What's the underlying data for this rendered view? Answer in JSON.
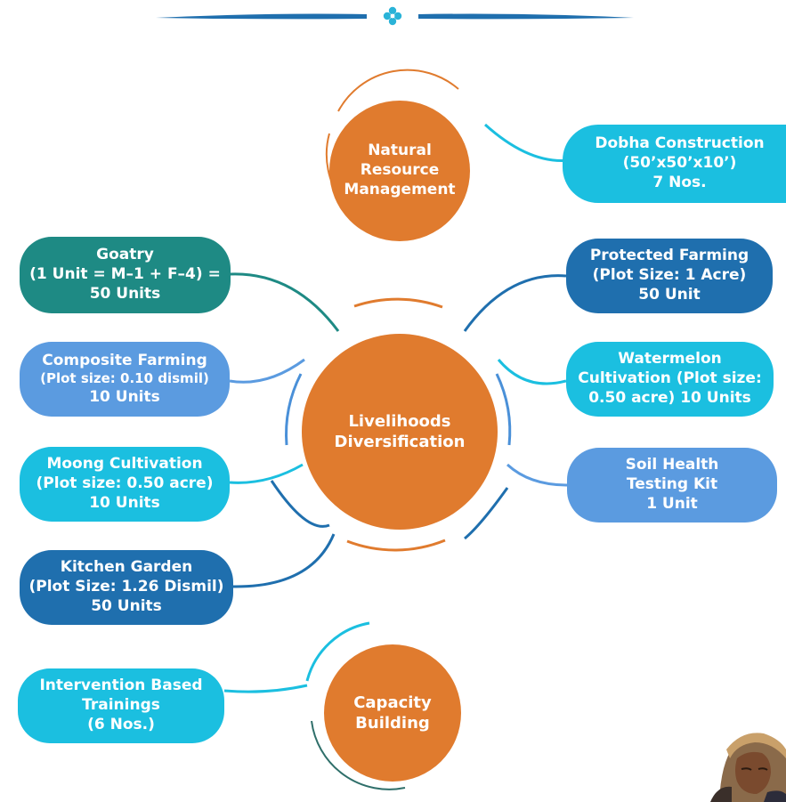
{
  "colors": {
    "orange": "#e07b2e",
    "teal": "#1e8a84",
    "light_blue": "#5b9be0",
    "cyan": "#1bbfe0",
    "navy": "#1f6fae",
    "divider": "#1f6fae"
  },
  "divider": {
    "ornament_icon": "four-petal-ornament-icon"
  },
  "hubs": {
    "natural_resource": {
      "lines": [
        "Natural",
        "Resource",
        "Management"
      ]
    },
    "livelihoods": {
      "lines": [
        "Livelihoods",
        "Diversification"
      ]
    },
    "capacity": {
      "lines": [
        "Capacity",
        "Building"
      ]
    }
  },
  "boxes": {
    "dobha": {
      "lines": [
        "Dobha Construction",
        "(50’x50’x10’)",
        "7 Nos."
      ]
    },
    "goatry": {
      "lines": [
        "Goatry",
        "(1 Unit = M–1 + F–4) =",
        "50 Units"
      ]
    },
    "protected": {
      "lines": [
        "Protected Farming",
        "(Plot Size: 1 Acre)",
        "50 Unit"
      ]
    },
    "composite": {
      "lines": [
        "Composite Farming",
        "(Plot size: 0.10 dismil)",
        "10 Units"
      ]
    },
    "watermelon": {
      "lines": [
        "Watermelon",
        "Cultivation (Plot size:",
        "0.50 acre) 10 Units"
      ]
    },
    "moong": {
      "lines": [
        "Moong Cultivation",
        "(Plot size: 0.50 acre)",
        "10 Units"
      ]
    },
    "soil": {
      "lines": [
        "Soil Health",
        "Testing Kit",
        "1 Unit"
      ]
    },
    "kitchen": {
      "lines": [
        "Kitchen Garden",
        "(Plot Size: 1.26 Dismil)",
        "50 Units"
      ]
    },
    "intervention": {
      "lines": [
        "Intervention Based",
        "Trainings",
        "(6 Nos.)"
      ]
    }
  },
  "photo": {
    "icon": "woman-portrait-photo"
  }
}
